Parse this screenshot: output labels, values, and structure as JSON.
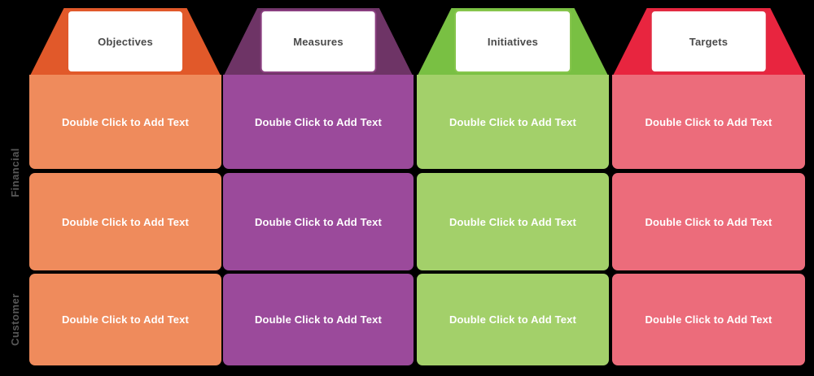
{
  "diagram": {
    "type": "balanced-scorecard-template",
    "placeholder_text": "Double Click to Add Text",
    "row_labels": [
      {
        "name": "financial",
        "label": "Financial"
      },
      {
        "name": "customer",
        "label": "Customer"
      }
    ],
    "columns": [
      {
        "name": "objectives",
        "title": "Objectives",
        "colors": {
          "header": "#E1592A",
          "body": "#EF8B5C",
          "plate_border": "#E1592A"
        },
        "cells": [
          "Double Click to Add Text",
          "Double Click to Add Text",
          "Double Click to Add Text"
        ]
      },
      {
        "name": "measures",
        "title": "Measures",
        "colors": {
          "header": "#6E3466",
          "body": "#9B4A9B",
          "plate_border": "#8A3F80"
        },
        "cells": [
          "Double Click to Add Text",
          "Double Click to Add Text",
          "Double Click to Add Text"
        ]
      },
      {
        "name": "initiatives",
        "title": "Initiatives",
        "colors": {
          "header": "#79C043",
          "body": "#A3D06A",
          "plate_border": "#86C54C"
        },
        "cells": [
          "Double Click to Add Text",
          "Double Click to Add Text",
          "Double Click to Add Text"
        ]
      },
      {
        "name": "targets",
        "title": "Targets",
        "colors": {
          "header": "#E8253F",
          "body": "#EC6C7B",
          "plate_border": "#E22B42"
        },
        "cells": [
          "Double Click to Add Text",
          "Double Click to Add Text",
          "Double Click to Add Text"
        ]
      }
    ],
    "background_color": "#000000",
    "label_color": "#575757",
    "title_color": "#4a4a4a",
    "cell_text_color": "#ffffff"
  }
}
